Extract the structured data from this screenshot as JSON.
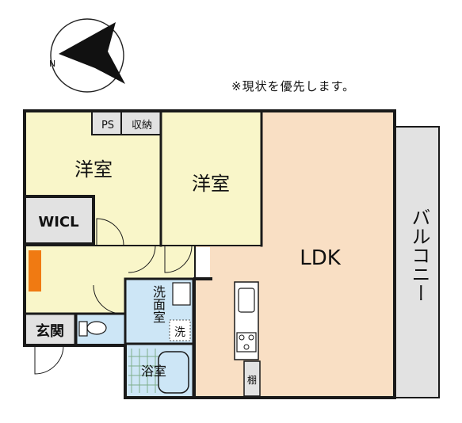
{
  "compass": {
    "label": "N"
  },
  "note": "※現状を優先します。",
  "rooms": {
    "western_room_1": "洋室",
    "western_room_2": "洋室",
    "ldk": "LDK",
    "balcony": "バルコニー",
    "wicl": "WICL",
    "ps": "PS",
    "storage": "収納",
    "entrance": "玄関",
    "washroom": "洗面室",
    "washer": "洗",
    "bathroom": "浴室",
    "shelf": "棚"
  },
  "colors": {
    "western_room": "#f9f6c9",
    "ldk": "#f9dfc4",
    "balcony": "#e2e2e2",
    "wet_area": "#cde6f6",
    "wall": "#1a1a1a",
    "shoe_cabinet": "#f07a12"
  }
}
